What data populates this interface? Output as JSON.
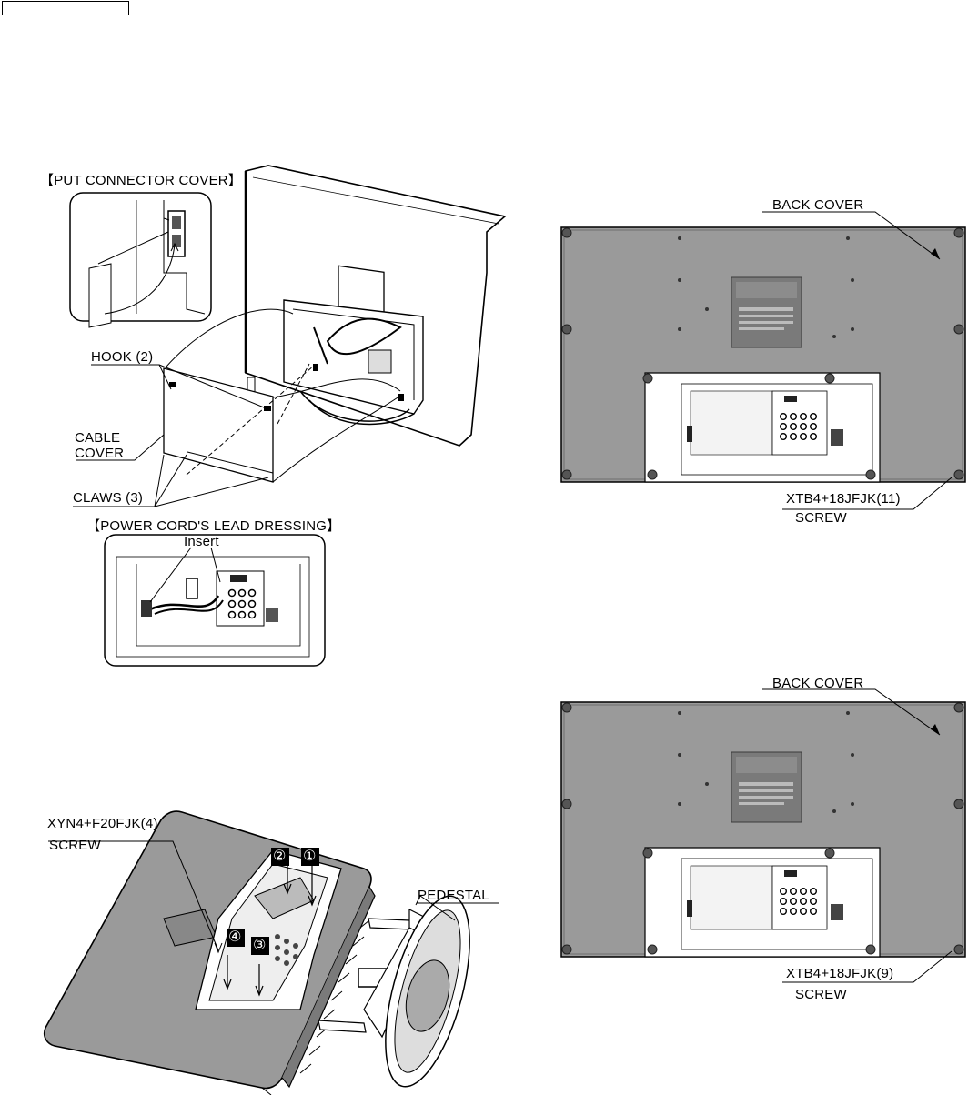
{
  "header": {
    "box_label": ""
  },
  "figure1": {
    "put_connector_cover": "【PUT CONNECTOR COVER】",
    "hook": "HOOK (2)",
    "cable_cover_line1": "CABLE",
    "cable_cover_line2": "COVER",
    "claws": "CLAWS (3)",
    "power_cord_dressing": "【POWER CORD'S LEAD DRESSING】",
    "insert": "Insert"
  },
  "figure2": {
    "back_cover": "BACK COVER",
    "screw_part": "XTB4+18JFJK(11)",
    "screw": "SCREW"
  },
  "figure3": {
    "screw_part": "XYN4+F20FJK(4)",
    "screw": "SCREW",
    "pedestal": "PEDESTAL",
    "step1": "①",
    "step2": "②",
    "step3": "③",
    "step4": "④"
  },
  "figure4": {
    "back_cover": "BACK COVER",
    "screw_part": "XTB4+18JFJK(9)",
    "screw": "SCREW"
  },
  "colors": {
    "cover": "#9a9a9a",
    "cover_dark": "#6f6f6f",
    "panel": "#ffffff",
    "ink": "#000000"
  }
}
